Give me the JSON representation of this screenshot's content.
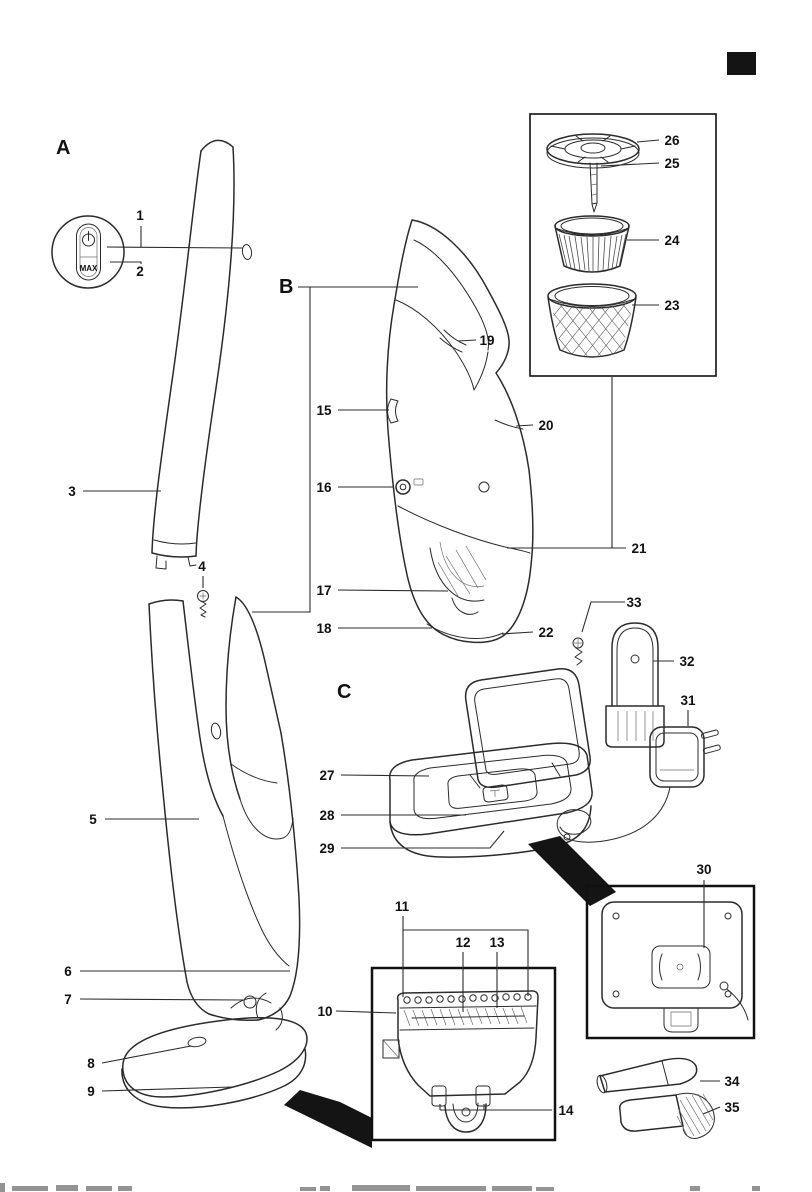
{
  "sections": {
    "a": "A",
    "b": "B",
    "c": "C"
  },
  "power_button_inset": {
    "max_label": "MAX"
  },
  "callouts": {
    "n1": "1",
    "n2": "2",
    "n3": "3",
    "n4": "4",
    "n5": "5",
    "n6": "6",
    "n7": "7",
    "n8": "8",
    "n9": "9",
    "n10": "10",
    "n11": "11",
    "n12": "12",
    "n13": "13",
    "n14": "14",
    "n15": "15",
    "n16": "16",
    "n17": "17",
    "n18": "18",
    "n19": "19",
    "n20": "20",
    "n21": "21",
    "n22": "22",
    "n23": "23",
    "n24": "24",
    "n25": "25",
    "n26": "26",
    "n27": "27",
    "n28": "28",
    "n29": "29",
    "n30": "30",
    "n31": "31",
    "n32": "32",
    "n33": "33",
    "n34": "34",
    "n35": "35"
  }
}
